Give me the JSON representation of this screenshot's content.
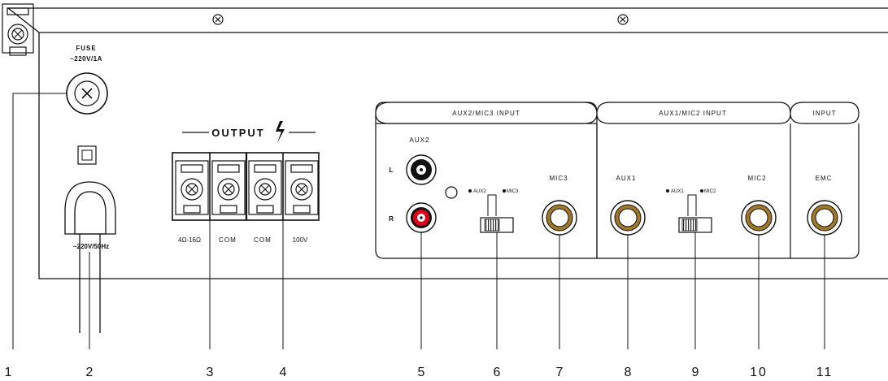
{
  "fuse": {
    "title": "FUSE",
    "rating": "~220V/1A"
  },
  "power": {
    "label": "~220V/50Hz"
  },
  "output": {
    "title": "OUTPUT",
    "term1": "4Ω-16Ω",
    "term2": "COM",
    "term3": "COM",
    "term4": "100V"
  },
  "aux2_mic3": {
    "header": "AUX2/MIC3 INPUT",
    "jack_label": "AUX2",
    "left": "L",
    "right": "R",
    "switch_opt1": "AUX2",
    "switch_opt2": "MIC3",
    "mic_label": "MIC3"
  },
  "aux1_mic2": {
    "header": "AUX1/MIC2 INPUT",
    "aux_label": "AUX1",
    "switch_opt1": "AUX1",
    "switch_opt2": "MIC2",
    "mic_label": "MIC2"
  },
  "input": {
    "header": "INPUT",
    "emc_label": "EMC"
  },
  "callouts": [
    "1",
    "2",
    "3",
    "4",
    "5",
    "6",
    "7",
    "8",
    "9",
    "10",
    "11"
  ],
  "colors": {
    "line": "#111111",
    "jack_ring": "#a0782a",
    "red": "#e0001a"
  }
}
